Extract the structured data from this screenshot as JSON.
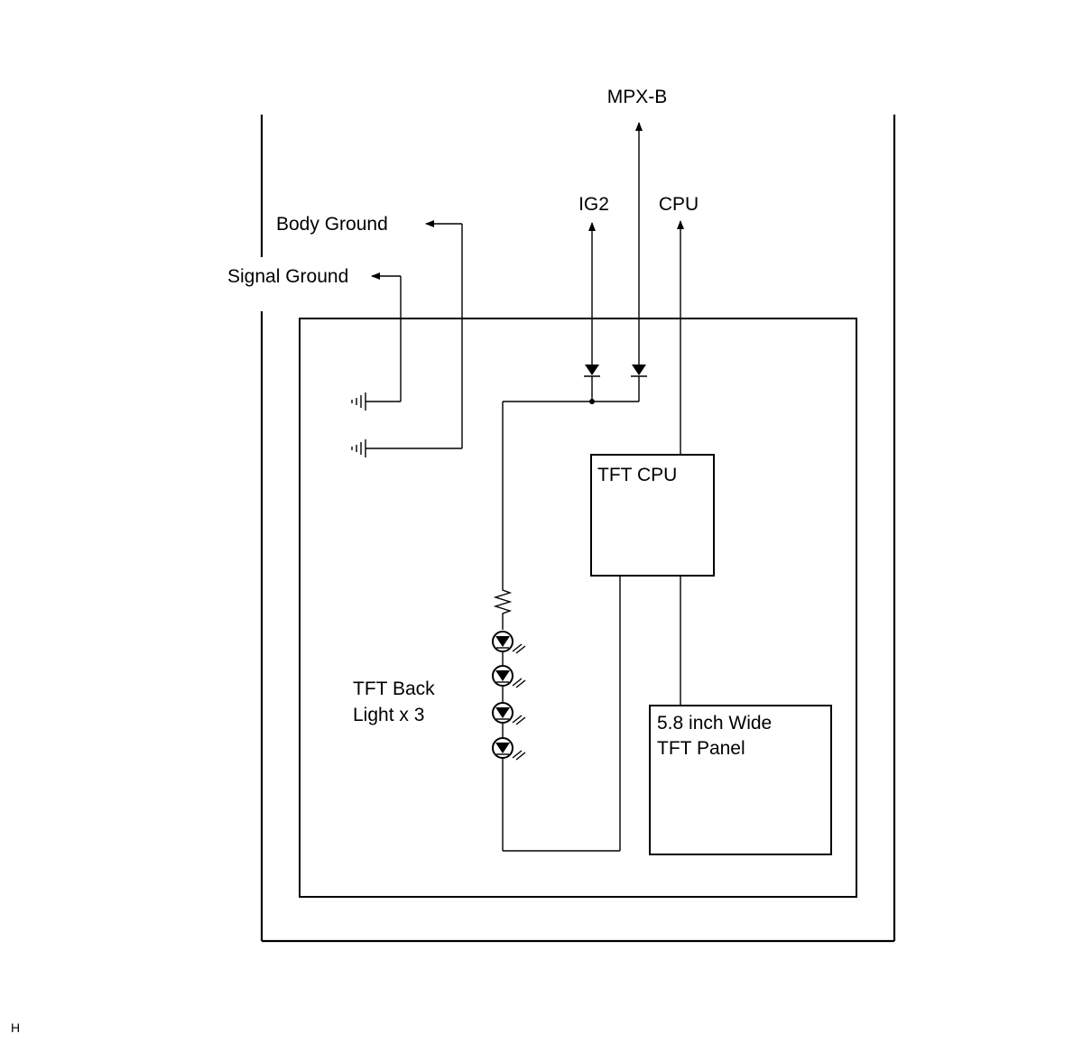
{
  "signals": {
    "mpx_b": "MPX-B",
    "ig2": "IG2",
    "cpu": "CPU",
    "body_ground": "Body Ground",
    "signal_ground": "Signal Ground"
  },
  "components": {
    "tft_cpu": "TFT CPU",
    "panel_line1": "5.8 inch Wide",
    "panel_line2": "TFT Panel",
    "backlight_line1": "TFT Back",
    "backlight_line2": "Light x 3"
  },
  "corner_mark": "H",
  "colors": {
    "line": "#000000",
    "background": "#ffffff"
  }
}
